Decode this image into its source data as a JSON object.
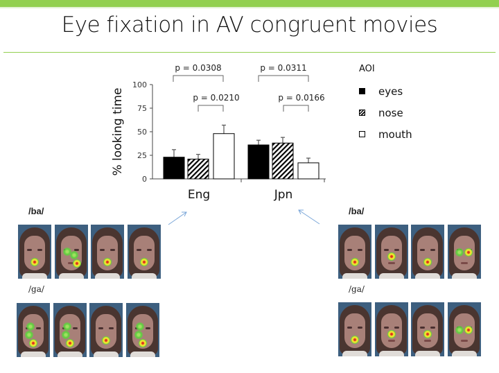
{
  "slide": {
    "title": "Eye fixation in AV congruent movies",
    "accent_color": "#92d050"
  },
  "chart_data": {
    "type": "bar",
    "title": "",
    "xlabel": "",
    "ylabel": "% looking time",
    "ylim": [
      0,
      100
    ],
    "yticks": [
      0,
      25,
      50,
      75,
      100
    ],
    "categories": [
      "Eng",
      "Jpn"
    ],
    "series": [
      {
        "name": "eyes",
        "fill": "solid-black",
        "values": [
          23,
          36
        ],
        "error_upper": [
          31,
          41
        ]
      },
      {
        "name": "nose",
        "fill": "hatched",
        "values": [
          21,
          38
        ],
        "error_upper": [
          26,
          44
        ]
      },
      {
        "name": "mouth",
        "fill": "white",
        "values": [
          48,
          17
        ],
        "error_upper": [
          57,
          22
        ]
      }
    ],
    "legend": {
      "title": "AOI",
      "position": "right",
      "entries": [
        "eyes",
        "nose",
        "mouth"
      ]
    },
    "annotations": [
      {
        "group": "Eng",
        "compare": [
          "eyes",
          "mouth"
        ],
        "text": "p = 0.0308"
      },
      {
        "group": "Eng",
        "compare": [
          "nose",
          "mouth"
        ],
        "text": "p = 0.0210"
      },
      {
        "group": "Jpn",
        "compare": [
          "eyes",
          "mouth"
        ],
        "text": "p = 0.0311"
      },
      {
        "group": "Jpn",
        "compare": [
          "nose",
          "mouth"
        ],
        "text": "p = 0.0166"
      }
    ],
    "grid": false
  },
  "stimuli": {
    "eng": {
      "ba_label": "/ba/",
      "ga_label": "/ga/",
      "ba_fixations": [
        "mouth",
        "eyes-nose-mouth",
        "mouth",
        "mouth"
      ],
      "ga_fixations": [
        "nose-mouth",
        "nose-mouth",
        "mouth",
        "nose-mouth"
      ]
    },
    "jpn": {
      "ba_label": "/ba/",
      "ga_label": "/ga/",
      "ba_fixations": [
        "mouth",
        "nose",
        "mouth",
        "eyes"
      ],
      "ga_fixations": [
        "mouth",
        "nose",
        "nose",
        "eyes"
      ]
    }
  }
}
